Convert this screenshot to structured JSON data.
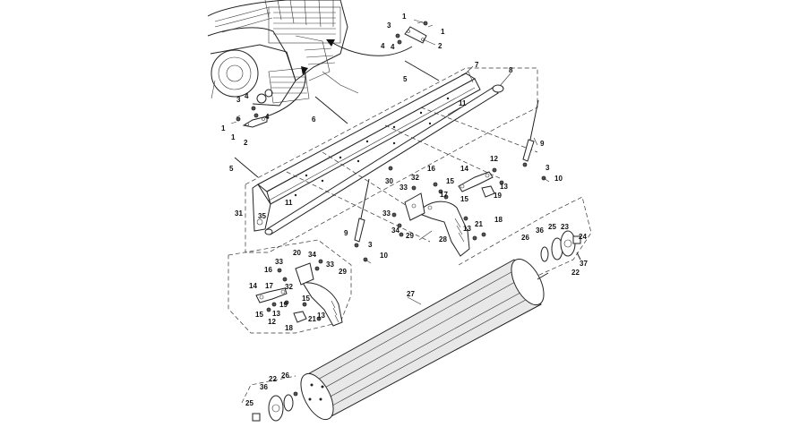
{
  "diagram": {
    "callouts": [
      {
        "id": "c1a",
        "text": "1"
      },
      {
        "id": "c1b",
        "text": "1"
      },
      {
        "id": "c2a",
        "text": "2"
      },
      {
        "id": "c3a",
        "text": "3"
      },
      {
        "id": "c4a",
        "text": "4"
      },
      {
        "id": "c4b",
        "text": "4"
      },
      {
        "id": "c5a",
        "text": "5"
      },
      {
        "id": "c7",
        "text": "7"
      },
      {
        "id": "c8",
        "text": "8"
      },
      {
        "id": "c11a",
        "text": "11"
      },
      {
        "id": "c3b",
        "text": "3"
      },
      {
        "id": "c4c",
        "text": "4"
      },
      {
        "id": "c4d",
        "text": "4"
      },
      {
        "id": "c1c",
        "text": "1"
      },
      {
        "id": "c1d",
        "text": "1"
      },
      {
        "id": "c2b",
        "text": "2"
      },
      {
        "id": "c6",
        "text": "6"
      },
      {
        "id": "c5b",
        "text": "5"
      },
      {
        "id": "c9a",
        "text": "9"
      },
      {
        "id": "c3c",
        "text": "3"
      },
      {
        "id": "c10a",
        "text": "10"
      },
      {
        "id": "c16a",
        "text": "16"
      },
      {
        "id": "c14a",
        "text": "14"
      },
      {
        "id": "c12a",
        "text": "12"
      },
      {
        "id": "c30",
        "text": "30"
      },
      {
        "id": "c32a",
        "text": "32"
      },
      {
        "id": "c15a",
        "text": "15"
      },
      {
        "id": "c13a",
        "text": "13"
      },
      {
        "id": "c33a",
        "text": "33"
      },
      {
        "id": "c17a",
        "text": "17"
      },
      {
        "id": "c19a",
        "text": "19"
      },
      {
        "id": "c15b",
        "text": "15"
      },
      {
        "id": "c11b",
        "text": "11"
      },
      {
        "id": "c31",
        "text": "31"
      },
      {
        "id": "c35",
        "text": "35"
      },
      {
        "id": "c33b",
        "text": "33"
      },
      {
        "id": "c34a",
        "text": "34"
      },
      {
        "id": "c29a",
        "text": "29"
      },
      {
        "id": "c21a",
        "text": "21"
      },
      {
        "id": "c18a",
        "text": "18"
      },
      {
        "id": "c13b",
        "text": "13"
      },
      {
        "id": "c28",
        "text": "28"
      },
      {
        "id": "c9b",
        "text": "9"
      },
      {
        "id": "c3d",
        "text": "3"
      },
      {
        "id": "c10b",
        "text": "10"
      },
      {
        "id": "c36a",
        "text": "36"
      },
      {
        "id": "c25a",
        "text": "25"
      },
      {
        "id": "c23a",
        "text": "23"
      },
      {
        "id": "c26a",
        "text": "26"
      },
      {
        "id": "c24",
        "text": "24"
      },
      {
        "id": "c37",
        "text": "37"
      },
      {
        "id": "c22a",
        "text": "22"
      },
      {
        "id": "c20",
        "text": "20"
      },
      {
        "id": "c34b",
        "text": "34"
      },
      {
        "id": "c33c",
        "text": "33"
      },
      {
        "id": "c33d",
        "text": "33"
      },
      {
        "id": "c16b",
        "text": "16"
      },
      {
        "id": "c29b",
        "text": "29"
      },
      {
        "id": "c14b",
        "text": "14"
      },
      {
        "id": "c17b",
        "text": "17"
      },
      {
        "id": "c32b",
        "text": "32"
      },
      {
        "id": "c15c",
        "text": "15"
      },
      {
        "id": "c15d",
        "text": "15"
      },
      {
        "id": "c13c",
        "text": "13"
      },
      {
        "id": "c19b",
        "text": "19"
      },
      {
        "id": "c12b",
        "text": "12"
      },
      {
        "id": "c13d",
        "text": "13"
      },
      {
        "id": "c21b",
        "text": "21"
      },
      {
        "id": "c18b",
        "text": "18"
      },
      {
        "id": "c27",
        "text": "27"
      },
      {
        "id": "c36b",
        "text": "36"
      },
      {
        "id": "c26b",
        "text": "26"
      },
      {
        "id": "c22b",
        "text": "22"
      },
      {
        "id": "c25b",
        "text": "25"
      }
    ]
  }
}
